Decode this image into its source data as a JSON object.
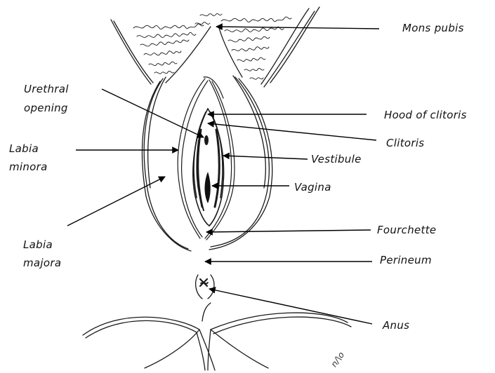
{
  "labels": {
    "mons_pubis": "Mons pubis",
    "urethral_opening_1": "Urethral",
    "urethral_opening_2": "opening",
    "hood_of_clitoris": "Hood of clitoris",
    "clitoris": "Clitoris",
    "labia_minora_1": "Labia",
    "labia_minora_2": "minora",
    "vestibule": "Vestibule",
    "vagina": "Vagina",
    "labia_majora_1": "Labia",
    "labia_majora_2": "majora",
    "fourchette": "Fourchette",
    "perineum": "Perineum",
    "anus": "Anus"
  },
  "signature": "n/\\o"
}
